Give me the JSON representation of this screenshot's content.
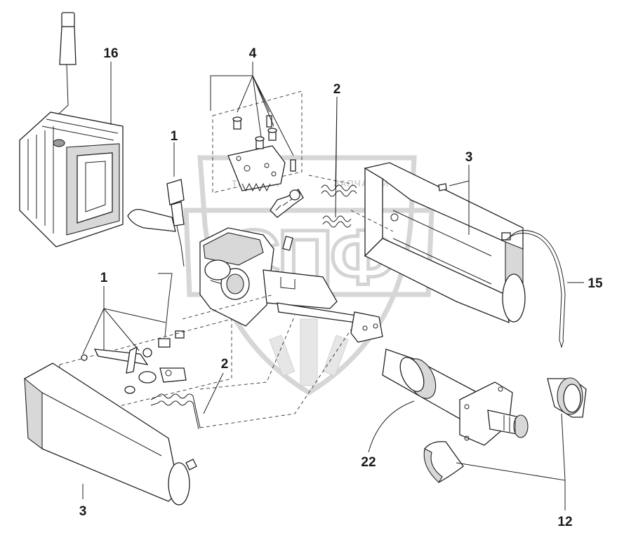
{
  "watermark": {
    "brand_line": "ТЕХНИКА",
    "brand_line_2": "ЗАПЧАСТИ",
    "letters": "СПФ"
  },
  "callouts": [
    {
      "id": "16",
      "label": "16"
    },
    {
      "id": "4",
      "label": "4"
    },
    {
      "id": "2a",
      "label": "2"
    },
    {
      "id": "1a",
      "label": "1"
    },
    {
      "id": "3a",
      "label": "3"
    },
    {
      "id": "15",
      "label": "15"
    },
    {
      "id": "1b",
      "label": "1"
    },
    {
      "id": "2b",
      "label": "2"
    },
    {
      "id": "3b",
      "label": "3"
    },
    {
      "id": "22",
      "label": "22"
    },
    {
      "id": "12",
      "label": "12"
    }
  ]
}
